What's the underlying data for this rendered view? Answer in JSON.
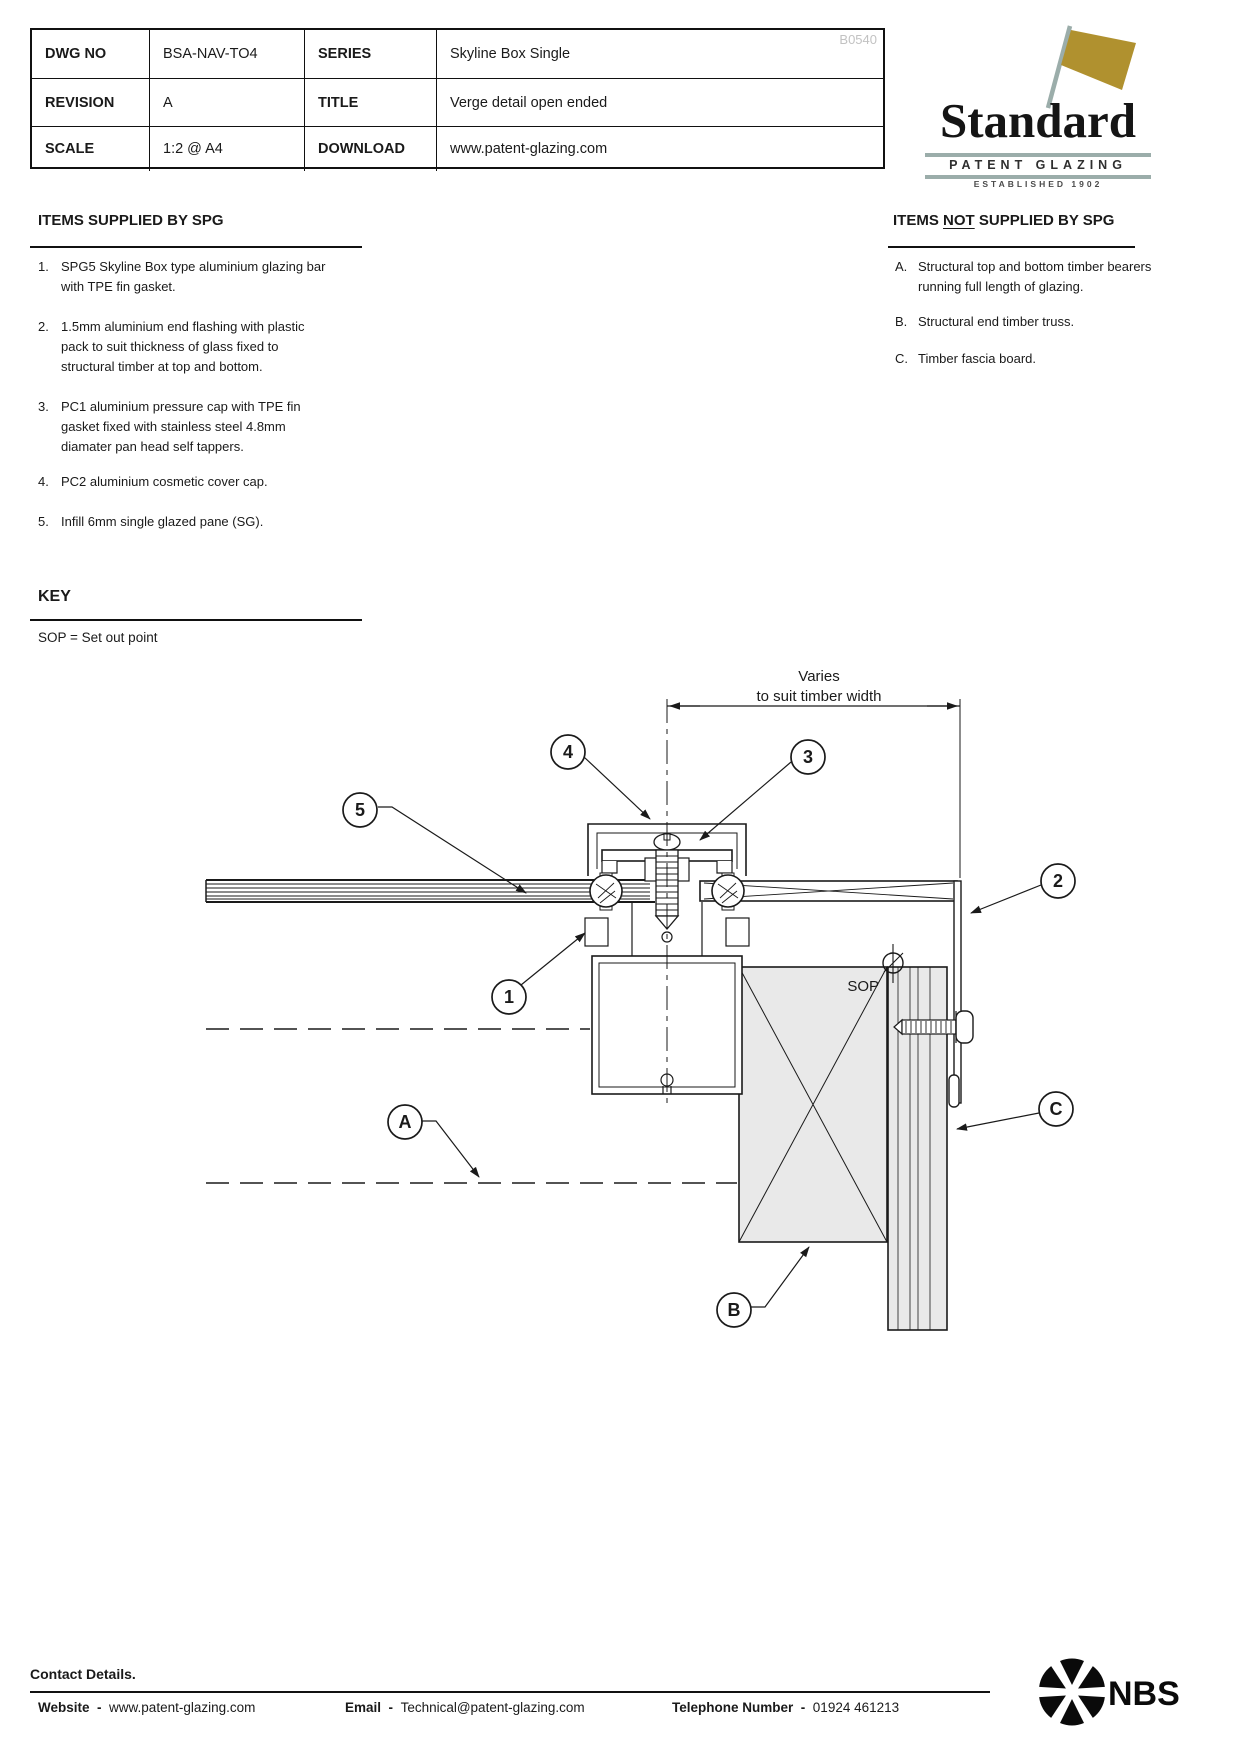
{
  "title_block": {
    "watermark": "B0540",
    "rows": [
      {
        "label1": "DWG NO",
        "value1": "BSA-NAV-TO4",
        "label2": "SERIES",
        "value2": "Skyline Box Single"
      },
      {
        "label1": "REVISION",
        "value1": "A",
        "label2": "TITLE",
        "value2": "Verge detail open ended"
      },
      {
        "label1": "SCALE",
        "value1": "1:2 @ A4",
        "label2": "DOWNLOAD",
        "value2": "www.patent-glazing.com"
      }
    ]
  },
  "logo": {
    "name": "Standard",
    "subtitle": "PATENT GLAZING",
    "established": "ESTABLISHED 1902",
    "colors": {
      "gold": "#b0912f",
      "gray": "#9badaa"
    }
  },
  "supplied": {
    "heading": "ITEMS SUPPLIED BY SPG",
    "items": [
      {
        "num": "1.",
        "text": "SPG5 Skyline Box type aluminium glazing bar with TPE fin gasket."
      },
      {
        "num": "2.",
        "text": "1.5mm aluminium end flashing with plastic pack to suit thickness of glass fixed to structural timber at top and bottom."
      },
      {
        "num": "3.",
        "text": "PC1 aluminium pressure cap with TPE fin gasket fixed with stainless steel 4.8mm diamater pan head self tappers."
      },
      {
        "num": "4.",
        "text": "PC2 aluminium cosmetic cover cap."
      },
      {
        "num": "5.",
        "text": "Infill 6mm single glazed pane (SG)."
      }
    ]
  },
  "not_supplied": {
    "heading_pre": "ITEMS ",
    "heading_underlined": "NOT",
    "heading_post": " SUPPLIED BY SPG",
    "items": [
      {
        "num": "A.",
        "text": "Structural top and bottom timber bearers running full length of glazing."
      },
      {
        "num": "B.",
        "text": "Structural end timber truss."
      },
      {
        "num": "C.",
        "text": "Timber fascia board."
      }
    ]
  },
  "key": {
    "heading": "KEY",
    "entry": "SOP = Set out point"
  },
  "drawing": {
    "dimension": {
      "line1": "Varies",
      "line2": "to suit timber width"
    },
    "sop_label": "SOP",
    "callouts": [
      {
        "label": "1"
      },
      {
        "label": "2"
      },
      {
        "label": "3"
      },
      {
        "label": "4"
      },
      {
        "label": "5"
      },
      {
        "label": "A"
      },
      {
        "label": "B"
      },
      {
        "label": "C"
      }
    ]
  },
  "footer": {
    "heading": "Contact Details.",
    "website_label": "Website",
    "sep": "-",
    "website": "www.patent-glazing.com",
    "email_label": "Email",
    "email": "Technical@patent-glazing.com",
    "phone_label": "Telephone Number",
    "phone": "01924 461213",
    "nbs": "NBS"
  }
}
